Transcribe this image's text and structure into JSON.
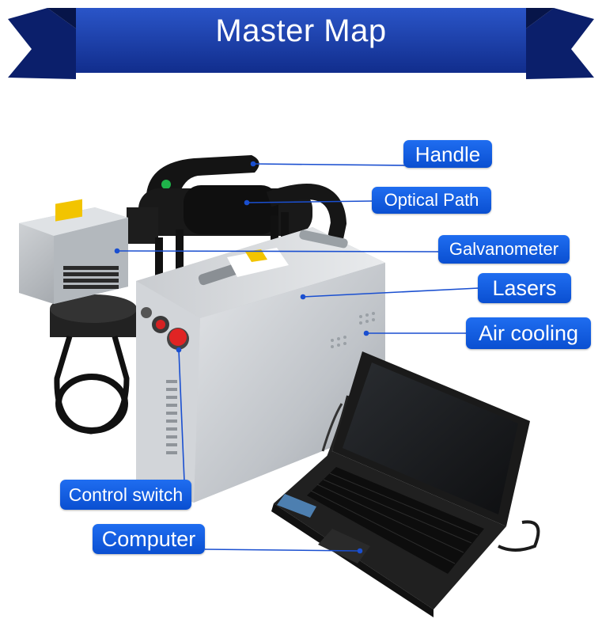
{
  "banner": {
    "title": "Master Map"
  },
  "labels": {
    "handle": "Handle",
    "optical_path": "Optical Path",
    "galvanometer": "Galvanometer",
    "lasers": "Lasers",
    "air_cooling": "Air cooling",
    "control_switch": "Control switch",
    "computer": "Computer"
  },
  "colors": {
    "banner_dark": "#0b1f6b",
    "banner_main": "#1b3fb0",
    "label_bg": "#1565e8",
    "machine_silver": "#c9ccd0"
  }
}
